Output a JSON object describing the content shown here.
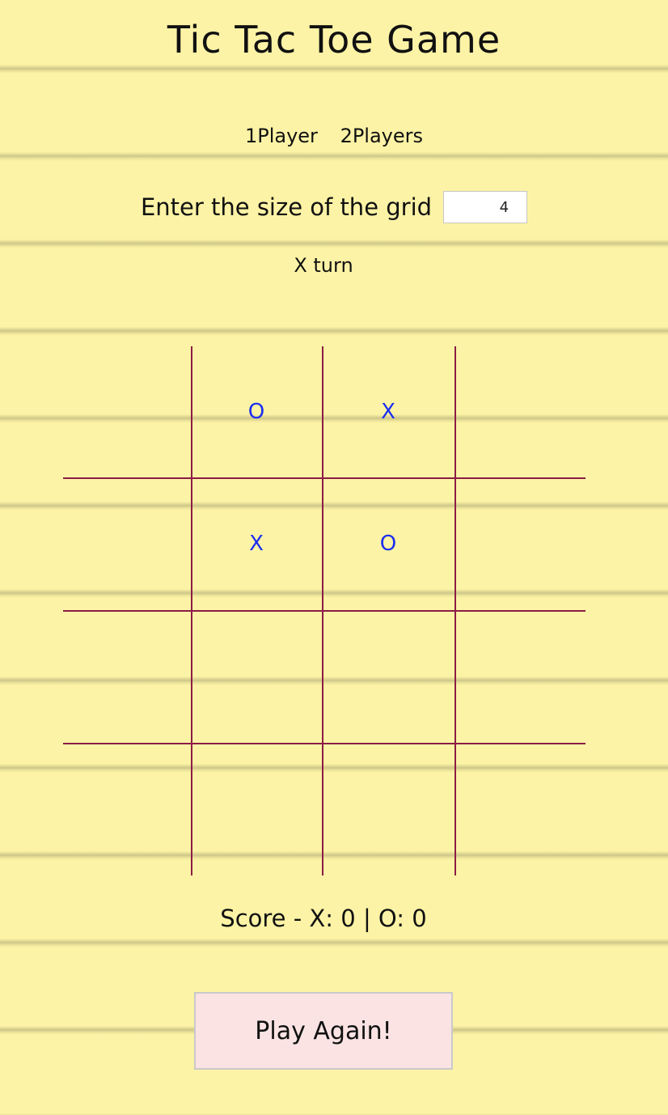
{
  "title": "Tic Tac Toe Game",
  "modes": {
    "one_player": "1Player",
    "two_players": "2Players"
  },
  "grid_size": {
    "label": "Enter the size of the grid",
    "value": "4"
  },
  "turn": "X turn",
  "board": {
    "size": 4,
    "cells": [
      [
        "",
        "O",
        "X",
        ""
      ],
      [
        "",
        "X",
        "O",
        ""
      ],
      [
        "",
        "",
        "",
        ""
      ],
      [
        "",
        "",
        "",
        ""
      ]
    ]
  },
  "score": "Score - X: 0 | O: 0",
  "play_again_label": "Play Again!",
  "colors": {
    "background": "#fcf3a6",
    "grid_lines": "#8c1c45",
    "marks": "#1b2ef0",
    "button_bg": "#fbe3e3"
  }
}
